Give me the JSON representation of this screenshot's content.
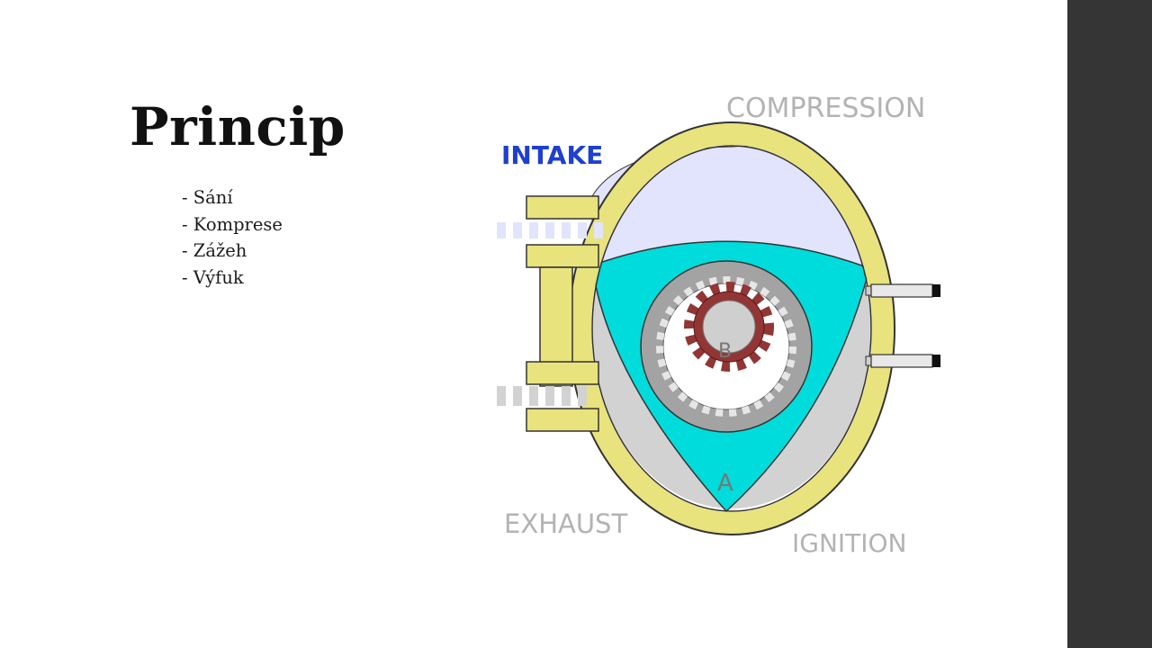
{
  "slide": {
    "title": "Princip",
    "bullets": [
      "Sání",
      "Komprese",
      "Zážeh",
      "Výfuk"
    ]
  },
  "diagram": {
    "labels": {
      "compression": "COMPRESSION",
      "intake": "INTAKE",
      "exhaust": "EXHAUST",
      "ignition": "IGNITION",
      "rotor_apex": "A",
      "shaft": "B"
    },
    "colors": {
      "housing": "#e8e37c",
      "intake_chamber": "#e2e3fd",
      "rotor": "#00dcdc",
      "exhaust_chamber": "#d2d2d2",
      "gear": "#923535",
      "intake_label": "#1f3fcf",
      "stage_label": "#b3b3b3",
      "sidebar": "#353535"
    }
  }
}
